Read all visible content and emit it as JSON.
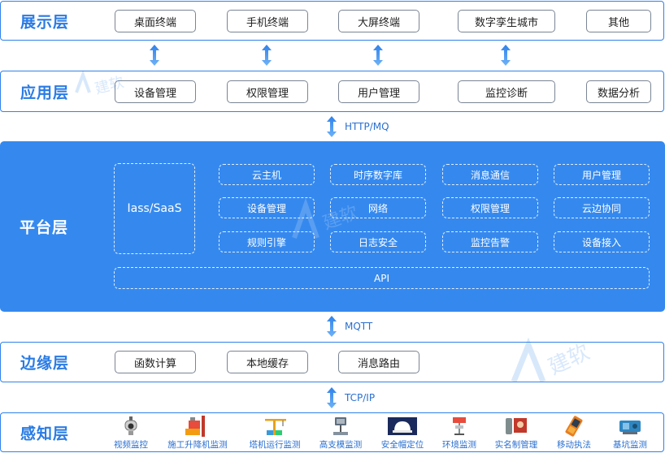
{
  "layers": {
    "display": {
      "title": "展示层",
      "items": [
        "桌面终端",
        "手机终端",
        "大屏终端",
        "数字孪生城市",
        "其他"
      ]
    },
    "application": {
      "title": "应用层",
      "items": [
        "设备管理",
        "权限管理",
        "用户管理",
        "监控诊断",
        "数据分析"
      ]
    },
    "platform": {
      "title": "平台层",
      "iaas": "Iass/SaaS",
      "grid": [
        [
          "云主机",
          "时序数字库",
          "消息通信",
          "用户管理"
        ],
        [
          "设备管理",
          "网络",
          "权限管理",
          "云边协同"
        ],
        [
          "规则引擎",
          "日志安全",
          "监控告警",
          "设备接入"
        ]
      ],
      "api": "API"
    },
    "edge": {
      "title": "边缘层",
      "items": [
        "函数计算",
        "本地缓存",
        "消息路由"
      ]
    },
    "perception": {
      "title": "感知层",
      "items": [
        {
          "label": "视频监控",
          "icon": "camera-icon"
        },
        {
          "label": "施工升降机监测",
          "icon": "hoist-icon"
        },
        {
          "label": "塔机运行监测",
          "icon": "tower-crane-icon"
        },
        {
          "label": "高支模监测",
          "icon": "formwork-sensor-icon"
        },
        {
          "label": "安全帽定位",
          "icon": "helmet-icon"
        },
        {
          "label": "环境监测",
          "icon": "environment-sensor-icon"
        },
        {
          "label": "实名制管理",
          "icon": "face-recognition-icon"
        },
        {
          "label": "移动执法",
          "icon": "mobile-device-icon"
        },
        {
          "label": "基坑监测",
          "icon": "foundation-pit-sensor-icon"
        }
      ]
    }
  },
  "protocols": {
    "app_platform": "HTTP/MQ",
    "platform_edge": "MQTT",
    "edge_perception": "TCP/IP"
  },
  "watermark_text": "建软",
  "colors": {
    "primary": "#2f82ea",
    "platform_bg": "#3589ee",
    "title_text": "#2a7be4"
  }
}
